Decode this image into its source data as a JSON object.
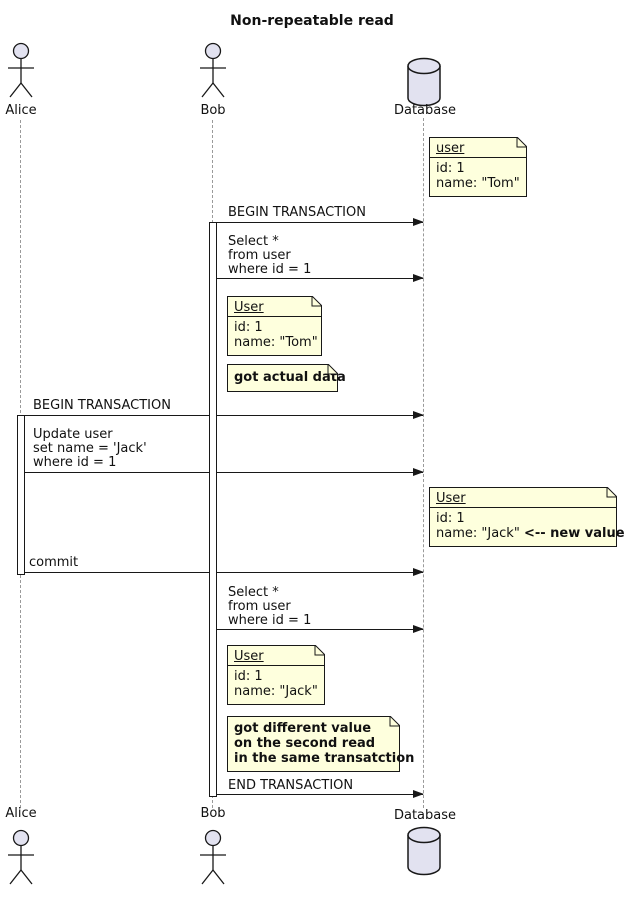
{
  "title": "Non-repeatable read",
  "participants": {
    "alice": "Alice",
    "bob": "Bob",
    "database": "Database"
  },
  "messages": [
    {
      "from": "Bob",
      "to": "Database",
      "lines": [
        "BEGIN TRANSACTION"
      ]
    },
    {
      "from": "Bob",
      "to": "Database",
      "lines": [
        "Select *",
        "from user",
        "where id = 1"
      ]
    },
    {
      "from": "Alice",
      "to": "Database",
      "lines": [
        "BEGIN TRANSACTION"
      ]
    },
    {
      "from": "Alice",
      "to": "Database",
      "lines": [
        "Update user",
        "set name = 'Jack'",
        "where id = 1"
      ]
    },
    {
      "from": "Alice",
      "to": "Database",
      "lines": [
        "commit"
      ]
    },
    {
      "from": "Bob",
      "to": "Database",
      "lines": [
        "Select *",
        "from user",
        "where id = 1"
      ]
    },
    {
      "from": "Bob",
      "to": "Database",
      "lines": [
        "END TRANSACTION"
      ]
    }
  ],
  "notes": [
    {
      "header": "user",
      "lines": [
        "id: 1",
        "name: \"Tom\""
      ]
    },
    {
      "header": "User",
      "lines": [
        "id: 1",
        "name: \"Tom\""
      ]
    },
    {
      "bold_text": "got actual data"
    },
    {
      "header": "User",
      "lines": [
        "id: 1"
      ],
      "tail_normal": "name: \"Jack\" ",
      "tail_bold": "<-- new value"
    },
    {
      "header": "User",
      "lines": [
        "id: 1",
        "name: \"Jack\""
      ]
    },
    {
      "bold_lines": [
        "got different value",
        "on the second read",
        "in the same transatction"
      ]
    }
  ],
  "colors": {
    "note_bg": "#FEFFDD",
    "shape_fill": "#E2E2F0",
    "line": "#181818",
    "lifeline": "#9A9A9A"
  }
}
